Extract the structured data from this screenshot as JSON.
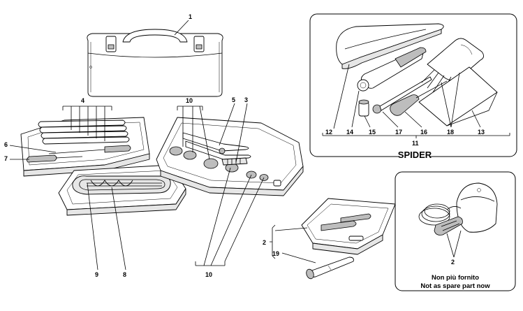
{
  "callouts": {
    "c1": "1",
    "c4": "4",
    "c6": "6",
    "c7": "7",
    "c8": "8",
    "c9": "9",
    "c10_top": "10",
    "c10_bottom": "10",
    "c5": "5",
    "c3": "3",
    "c2_case": "2",
    "c19": "19",
    "c12": "12",
    "c14": "14",
    "c15": "15",
    "c17": "17",
    "c16": "16",
    "c18": "18",
    "c13": "13",
    "c11": "11",
    "c2_cable": "2"
  },
  "spider_label": "SPIDER",
  "note": {
    "line1": "Non più fornito",
    "line2": "Not as spare part now"
  }
}
